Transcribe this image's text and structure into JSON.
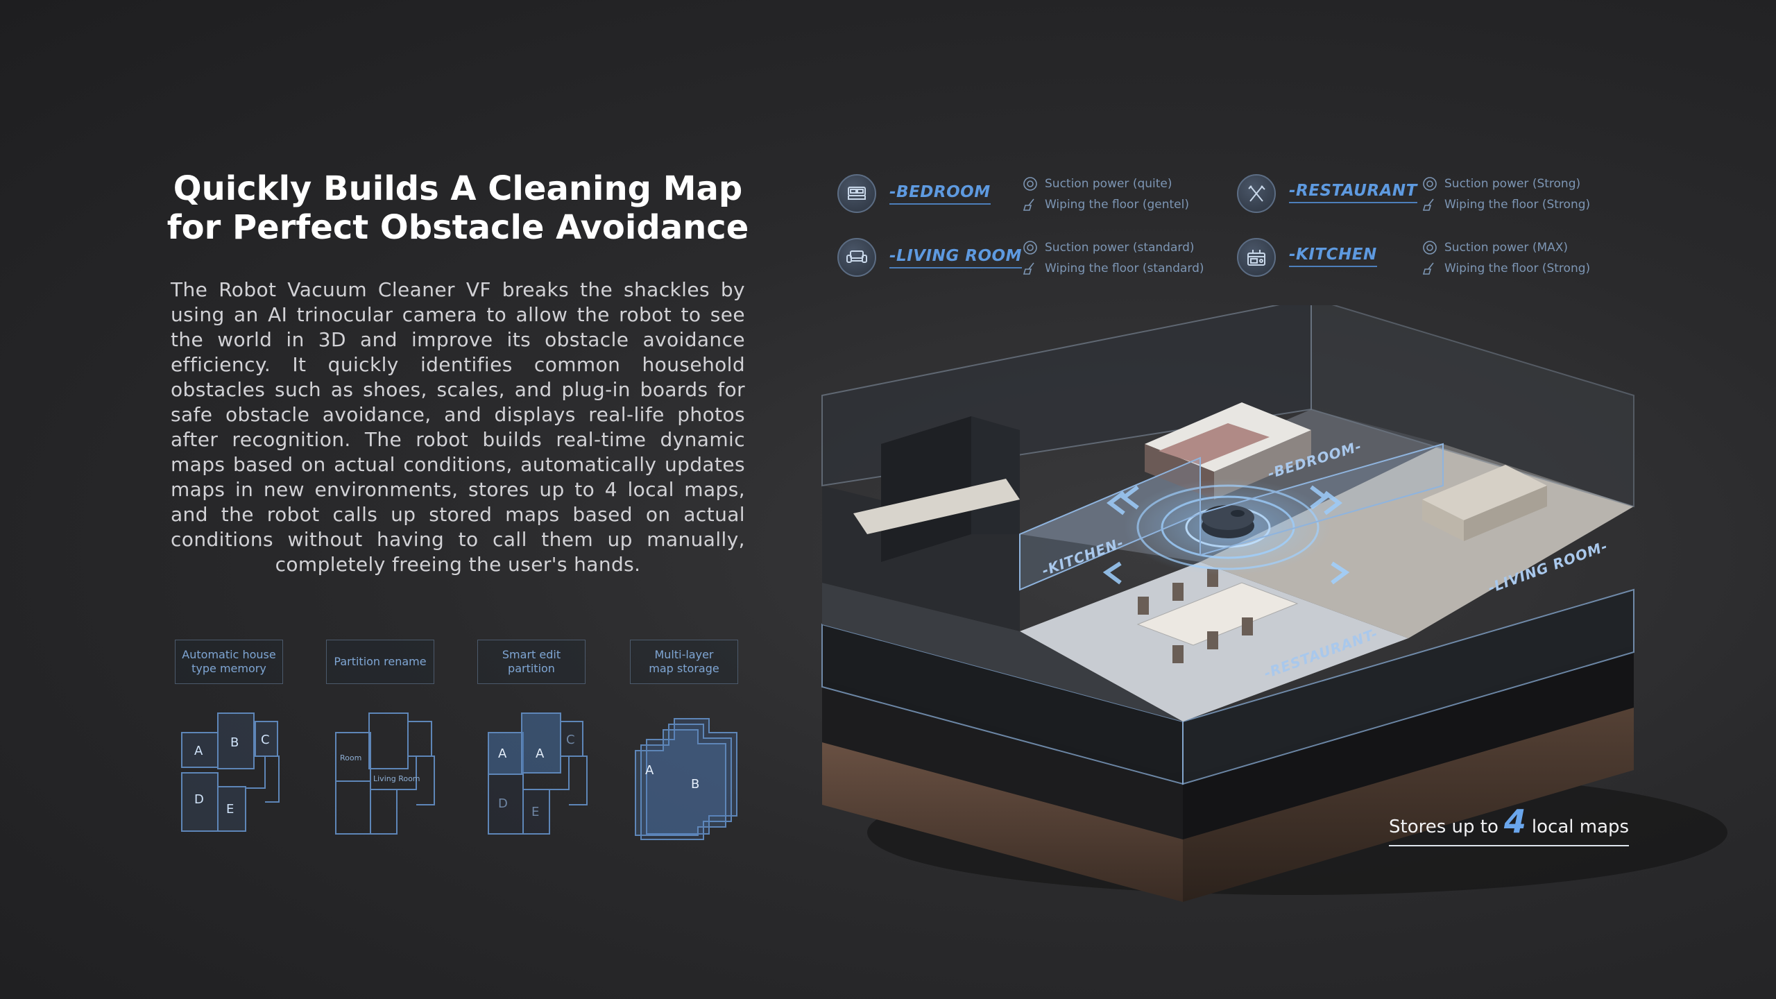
{
  "headline": {
    "line1": "Quickly Builds A Cleaning Map",
    "line2": "for Perfect Obstacle Avoidance"
  },
  "description": "The Robot Vacuum Cleaner VF breaks the shackles by using an AI trinocular camera to allow the robot to see the world in 3D and improve its obstacle avoidance efficiency. It quickly identifies common household obstacles such as shoes, scales, and plug-in boards for safe obstacle avoidance, and displays real-life photos after recognition. The robot builds real-time dynamic maps based on actual conditions, automatically updates maps in new environments, stores up to 4 local maps, and the robot calls up stored maps based on actual conditions without having to call them up manually, completely freeing the user's hands.",
  "features": [
    {
      "label_line1": "Automatic house",
      "label_line2": "type memory",
      "map_labels": [
        "A",
        "B",
        "C",
        "D",
        "E"
      ]
    },
    {
      "label_line1": "Partition rename",
      "label_line2": "",
      "map_labels": [
        "Room",
        "Living Room"
      ]
    },
    {
      "label_line1": "Smart edit",
      "label_line2": "partition",
      "map_labels": [
        "A",
        "A",
        "C",
        "D",
        "E"
      ]
    },
    {
      "label_line1": "Multi-layer",
      "label_line2": "map storage",
      "map_labels": [
        "A",
        "B"
      ]
    }
  ],
  "rooms": [
    {
      "name": "-BEDROOM",
      "icon": "bed-icon",
      "suction": "Suction power (quite)",
      "wiping": "Wiping the floor (gentel)"
    },
    {
      "name": "-RESTAURANT",
      "icon": "utensils-icon",
      "suction": "Suction power (Strong)",
      "wiping": "Wiping the floor (Strong)"
    },
    {
      "name": "-LIVING ROOM",
      "icon": "sofa-icon",
      "suction": "Suction power (standard)",
      "wiping": "Wiping the floor (standard)"
    },
    {
      "name": "-KITCHEN",
      "icon": "stove-icon",
      "suction": "Suction power (MAX)",
      "wiping": "Wiping the floor (Strong)"
    }
  ],
  "scene": {
    "zone_labels": [
      "-BEDROOM-",
      "-KITCHEN-",
      "-LIVING ROOM-",
      "-RESTAURANT-"
    ]
  },
  "stores": {
    "prefix": "Stores up to",
    "number": "4",
    "suffix": "local maps"
  },
  "colors": {
    "accent": "#5e9ae0",
    "background": "#2a2a2c",
    "spec_text": "#7d96b4"
  }
}
